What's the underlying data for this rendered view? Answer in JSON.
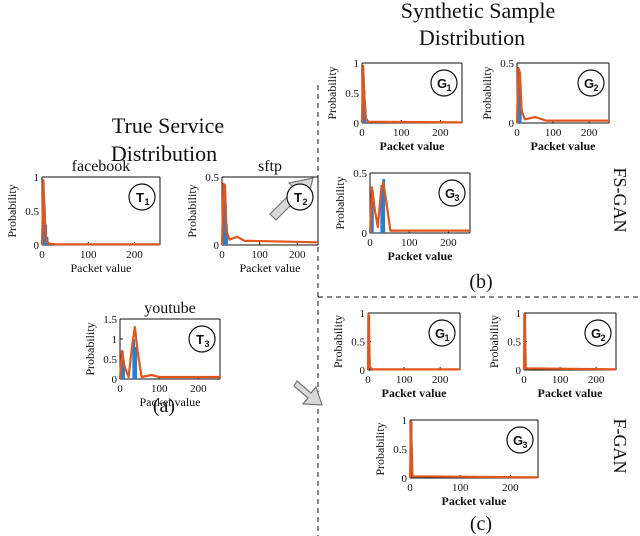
{
  "headings": {
    "true_dist": [
      "True Service",
      "Distribution"
    ],
    "synthetic_dist": [
      "Synthetic Sample",
      "Distribution"
    ]
  },
  "captions": {
    "a": "(a)",
    "b": "(b)",
    "c": "(c)"
  },
  "side_labels": {
    "fs_gan": "FS-GAN",
    "f_gan": "F-GAN"
  },
  "colors": {
    "curve": "#e0561c",
    "bars": "#2a7fd0",
    "bars_dark": "#1a2a55"
  },
  "chart_data": [
    {
      "id": "T1",
      "type": "line",
      "title": "facebook",
      "ylabel": "Probability",
      "xlabel": "Packet value",
      "label_letter": "T",
      "label_sub": "1",
      "xlim": [
        0,
        255
      ],
      "ylim": [
        0,
        1
      ],
      "xticks": [
        0,
        100,
        200
      ],
      "yticks": [
        0,
        0.5,
        1
      ],
      "bars": [
        [
          2,
          0.95
        ],
        [
          5,
          0.6
        ],
        [
          8,
          0.3
        ],
        [
          11,
          0.12
        ]
      ],
      "line": [
        [
          0,
          0.0
        ],
        [
          3,
          0.95
        ],
        [
          6,
          0.4
        ],
        [
          9,
          0.08
        ],
        [
          14,
          0.02
        ],
        [
          30,
          0.01
        ],
        [
          255,
          0.01
        ]
      ]
    },
    {
      "id": "T2",
      "type": "line",
      "title": "sftp",
      "ylabel": "Probability",
      "xlabel": "Packet value",
      "label_letter": "T",
      "label_sub": "2",
      "xlim": [
        0,
        255
      ],
      "ylim": [
        0,
        0.5
      ],
      "xticks": [
        0,
        100,
        200
      ],
      "yticks": [
        0,
        0.5
      ],
      "bars": [
        [
          3,
          0.45
        ],
        [
          6,
          0.42
        ],
        [
          9,
          0.3
        ],
        [
          12,
          0.15
        ]
      ],
      "line": [
        [
          0,
          0.0
        ],
        [
          4,
          0.45
        ],
        [
          8,
          0.44
        ],
        [
          12,
          0.1
        ],
        [
          20,
          0.04
        ],
        [
          40,
          0.06
        ],
        [
          60,
          0.03
        ],
        [
          80,
          0.03
        ],
        [
          255,
          0.02
        ]
      ]
    },
    {
      "id": "T3",
      "type": "line",
      "title": "youtube",
      "ylabel": "Probability",
      "xlabel": "Packet value",
      "label_letter": "T",
      "label_sub": "3",
      "xlim": [
        0,
        255
      ],
      "ylim": [
        0,
        1.5
      ],
      "xticks": [
        0,
        100,
        200
      ],
      "yticks": [
        0,
        0.5,
        1,
        1.5
      ],
      "bars": [
        [
          3,
          0.55
        ],
        [
          6,
          0.7
        ],
        [
          9,
          0.4
        ],
        [
          35,
          1.0
        ],
        [
          40,
          0.8
        ]
      ],
      "line": [
        [
          0,
          0.0
        ],
        [
          5,
          0.7
        ],
        [
          12,
          0.3
        ],
        [
          22,
          0.05
        ],
        [
          32,
          0.9
        ],
        [
          38,
          1.3
        ],
        [
          45,
          0.7
        ],
        [
          55,
          0.05
        ],
        [
          80,
          0.1
        ],
        [
          100,
          0.05
        ],
        [
          255,
          0.05
        ]
      ]
    },
    {
      "id": "G1",
      "type": "line",
      "title": "",
      "ylabel": "Probability",
      "xlabel": "Packet value",
      "label_letter": "G",
      "label_sub": "1",
      "xlim": [
        0,
        255
      ],
      "ylim": [
        0,
        1
      ],
      "xticks": [
        0,
        100,
        200
      ],
      "yticks": [
        0,
        0.5,
        1
      ],
      "bars": [
        [
          2,
          0.9
        ],
        [
          5,
          0.55
        ],
        [
          8,
          0.25
        ]
      ],
      "line": [
        [
          0,
          0.0
        ],
        [
          3,
          0.95
        ],
        [
          6,
          0.45
        ],
        [
          10,
          0.08
        ],
        [
          16,
          0.02
        ],
        [
          255,
          0.01
        ]
      ]
    },
    {
      "id": "G2",
      "type": "line",
      "title": "",
      "ylabel": "Probability",
      "xlabel": "Packet value",
      "label_letter": "G",
      "label_sub": "2",
      "xlim": [
        0,
        255
      ],
      "ylim": [
        0,
        0.5
      ],
      "xticks": [
        0,
        100,
        200
      ],
      "yticks": [
        0,
        0.5
      ],
      "bars": [
        [
          3,
          0.46
        ],
        [
          6,
          0.4
        ],
        [
          9,
          0.25
        ]
      ],
      "line": [
        [
          0,
          0.0
        ],
        [
          4,
          0.46
        ],
        [
          8,
          0.42
        ],
        [
          13,
          0.1
        ],
        [
          22,
          0.03
        ],
        [
          50,
          0.05
        ],
        [
          80,
          0.02
        ],
        [
          255,
          0.02
        ]
      ]
    },
    {
      "id": "G3",
      "type": "line",
      "title": "",
      "ylabel": "Probability",
      "xlabel": "Packet value",
      "label_letter": "G",
      "label_sub": "3",
      "xlim": [
        0,
        255
      ],
      "ylim": [
        0,
        0.5
      ],
      "xticks": [
        0,
        100,
        200
      ],
      "yticks": [
        0,
        0.5
      ],
      "bars": [
        [
          3,
          0.3
        ],
        [
          6,
          0.35
        ],
        [
          30,
          0.4
        ],
        [
          35,
          0.45
        ]
      ],
      "line": [
        [
          0,
          0.0
        ],
        [
          5,
          0.38
        ],
        [
          12,
          0.2
        ],
        [
          20,
          0.05
        ],
        [
          28,
          0.35
        ],
        [
          34,
          0.42
        ],
        [
          42,
          0.25
        ],
        [
          52,
          0.02
        ],
        [
          100,
          0.02
        ],
        [
          255,
          0.02
        ]
      ]
    },
    {
      "id": "G1f",
      "type": "line",
      "title": "",
      "ylabel": "Probability",
      "xlabel": "Packet value",
      "label_letter": "G",
      "label_sub": "1",
      "xlim": [
        0,
        255
      ],
      "ylim": [
        0,
        1
      ],
      "xticks": [
        0,
        100,
        200
      ],
      "yticks": [
        0,
        0.5,
        1
      ],
      "bars": [
        [
          2,
          0.95
        ]
      ],
      "line": [
        [
          0,
          0.0
        ],
        [
          2,
          0.98
        ],
        [
          5,
          0.05
        ],
        [
          12,
          0.01
        ],
        [
          255,
          0.01
        ]
      ]
    },
    {
      "id": "G2f",
      "type": "line",
      "title": "",
      "ylabel": "Probability",
      "xlabel": "Packet value",
      "label_letter": "G",
      "label_sub": "2",
      "xlim": [
        0,
        255
      ],
      "ylim": [
        0,
        1
      ],
      "xticks": [
        0,
        100,
        200
      ],
      "yticks": [
        0,
        0.5,
        1
      ],
      "bars": [
        [
          2,
          0.97
        ]
      ],
      "line": [
        [
          0,
          0.0
        ],
        [
          2,
          0.98
        ],
        [
          5,
          0.03
        ],
        [
          255,
          0.01
        ]
      ]
    },
    {
      "id": "G3f",
      "type": "line",
      "title": "",
      "ylabel": "Probability",
      "xlabel": "Packet value",
      "label_letter": "G",
      "label_sub": "3",
      "xlim": [
        0,
        255
      ],
      "ylim": [
        0,
        1
      ],
      "xticks": [
        0,
        100,
        200
      ],
      "yticks": [
        0,
        0.5,
        1
      ],
      "bars": [
        [
          2,
          0.97
        ]
      ],
      "line": [
        [
          0,
          0.0
        ],
        [
          2,
          0.98
        ],
        [
          5,
          0.03
        ],
        [
          255,
          0.01
        ]
      ]
    }
  ]
}
